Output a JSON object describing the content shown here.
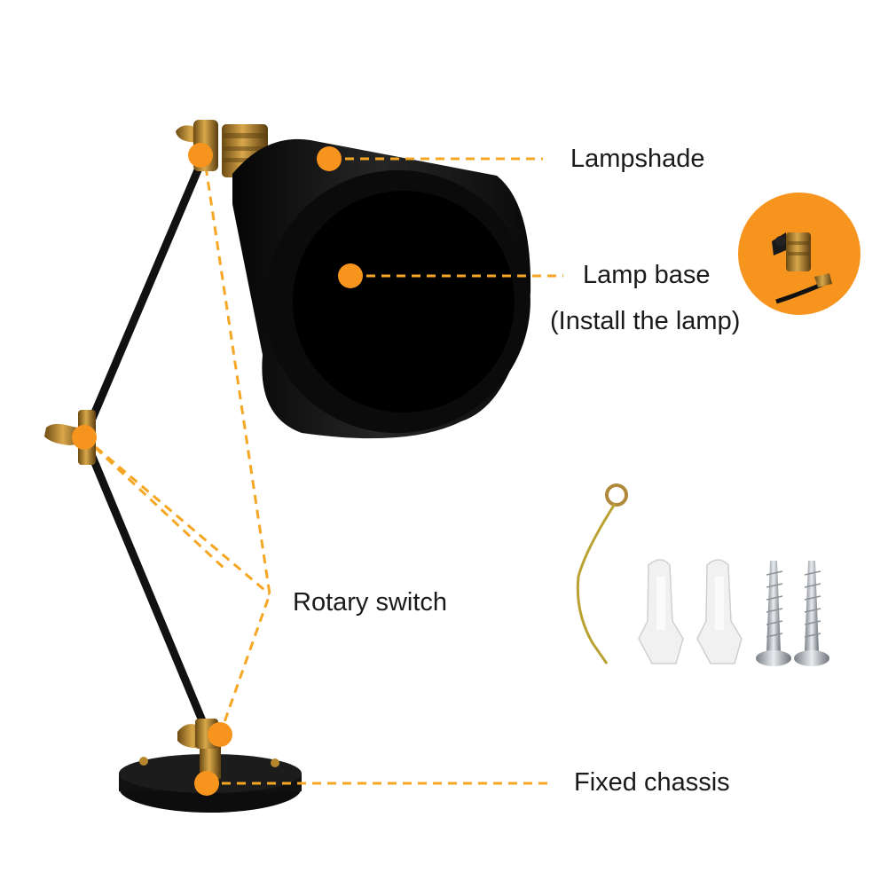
{
  "labels": {
    "lampshade": "Lampshade",
    "lamp_base": "Lamp base",
    "lamp_base_note": "(Install the lamp)",
    "rotary_switch": "Rotary switch",
    "fixed_chassis": "Fixed chassis"
  },
  "colors": {
    "accent": "#F7941D",
    "callout_line": "#F5A623",
    "lamp_black": "#111111",
    "brass": "#B8862B",
    "text": "#1a1a1a"
  },
  "icons": [
    "lampshade-icon",
    "lamp-socket-icon",
    "wire-icon",
    "wall-anchor-icon",
    "screw-icon"
  ]
}
